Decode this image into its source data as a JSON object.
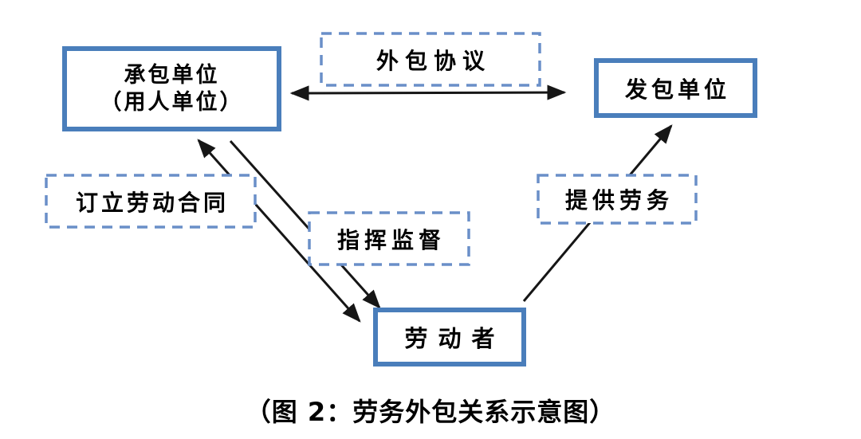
{
  "figure": {
    "caption": "（图 2：劳务外包关系示意图）",
    "nodes": {
      "contractor": {
        "line1": "承包单位",
        "line2": "（用人单位）"
      },
      "principal": {
        "label": "发包单位"
      },
      "worker": {
        "label": "劳动者"
      }
    },
    "relations": {
      "outsourcing_agreement": "外包协议",
      "labor_contract": "订立劳动合同",
      "direct_supervision": "指挥监督",
      "provide_labor": "提供劳务"
    },
    "colors": {
      "node_border": "#4a7ebb",
      "label_border": "#6a8fc8",
      "arrow": "#161616"
    }
  }
}
